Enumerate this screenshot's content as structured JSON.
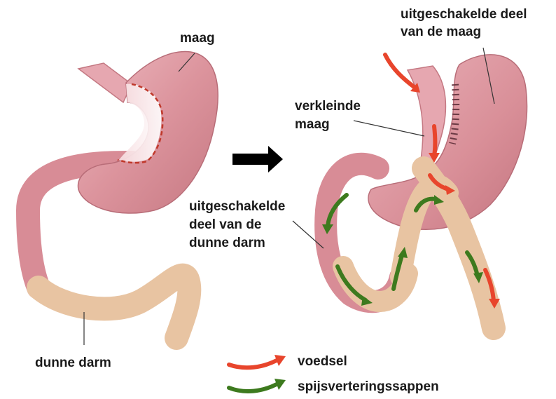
{
  "labels": {
    "left_stomach": "maag",
    "left_small_intestine": "dunne darm",
    "bypassed_stomach_line1": "uitgeschakelde deel",
    "bypassed_stomach_line2": "van de maag",
    "reduced_stomach_line1": "verkleinde",
    "reduced_stomach_line2": "maag",
    "bypassed_intestine_line1": "uitgeschakelde",
    "bypassed_intestine_line2": "deel van de",
    "bypassed_intestine_line3": "dunne darm"
  },
  "legend": {
    "food": "voedsel",
    "digestive_juices": "spijsverteringssappen"
  },
  "colors": {
    "stomach": "#d98f98",
    "stomach_dark": "#b86d78",
    "intestine": "#e6c2a0",
    "food_arrow": "#e8452c",
    "juice_arrow": "#3d7a1e",
    "cut_line": "#c0392b",
    "staple": "#6b3a44"
  }
}
